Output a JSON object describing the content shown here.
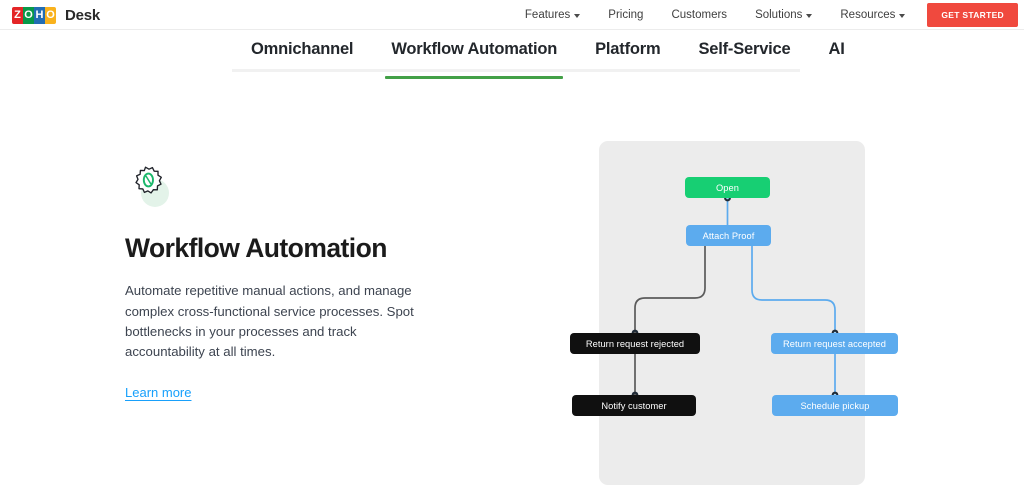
{
  "header": {
    "logo": {
      "icon": "zoho-logo",
      "letters": [
        "Z",
        "O",
        "H",
        "O"
      ],
      "colors": [
        "#e42527",
        "#089949",
        "#226db4",
        "#f9b21d"
      ]
    },
    "product_name": "Desk",
    "nav_items": [
      {
        "label": "Features",
        "has_caret": true,
        "icon": "chevron-down-icon"
      },
      {
        "label": "Pricing",
        "has_caret": false,
        "icon": ""
      },
      {
        "label": "Customers",
        "has_caret": false,
        "icon": ""
      },
      {
        "label": "Solutions",
        "has_caret": true,
        "icon": "chevron-down-icon"
      },
      {
        "label": "Resources",
        "has_caret": true,
        "icon": "chevron-down-icon"
      }
    ],
    "cta_label": "GET STARTED",
    "cta_color": "#f0493e"
  },
  "tabs": {
    "active_index": 1,
    "active_underline_color": "#43a047",
    "items": [
      {
        "label": "Omnichannel"
      },
      {
        "label": "Workflow Automation"
      },
      {
        "label": "Platform"
      },
      {
        "label": "Self-Service"
      },
      {
        "label": "AI"
      }
    ]
  },
  "feature": {
    "icon": "gear-icon",
    "icon_accent_color": "#1ab76a",
    "title": "Workflow Automation",
    "description": "Automate repetitive manual actions, and manage complex cross-functional service processes. Spot bottlenecks in your processes and track accountability at all times.",
    "link_label": "Learn more",
    "link_color": "#18a0fb"
  },
  "diagram": {
    "panel_color": "#ececec",
    "nodes": [
      {
        "id": "open",
        "label": "Open",
        "color": "#17cf73"
      },
      {
        "id": "attach",
        "label": "Attach Proof",
        "color": "#5cabee"
      },
      {
        "id": "rejected",
        "label": "Return request rejected",
        "color": "#101010"
      },
      {
        "id": "notify",
        "label": "Notify customer",
        "color": "#101010"
      },
      {
        "id": "accepted",
        "label": "Return request accepted",
        "color": "#5cabee"
      },
      {
        "id": "schedule",
        "label": "Schedule pickup",
        "color": "#5cabee"
      }
    ],
    "edges": [
      {
        "from": "open",
        "to": "attach",
        "color": "#5cabee"
      },
      {
        "from": "attach",
        "to": "rejected",
        "color": "#5b5b5b"
      },
      {
        "from": "attach",
        "to": "accepted",
        "color": "#5cabee"
      },
      {
        "from": "rejected",
        "to": "notify",
        "color": "#5b5b5b"
      },
      {
        "from": "accepted",
        "to": "schedule",
        "color": "#5cabee"
      }
    ]
  }
}
